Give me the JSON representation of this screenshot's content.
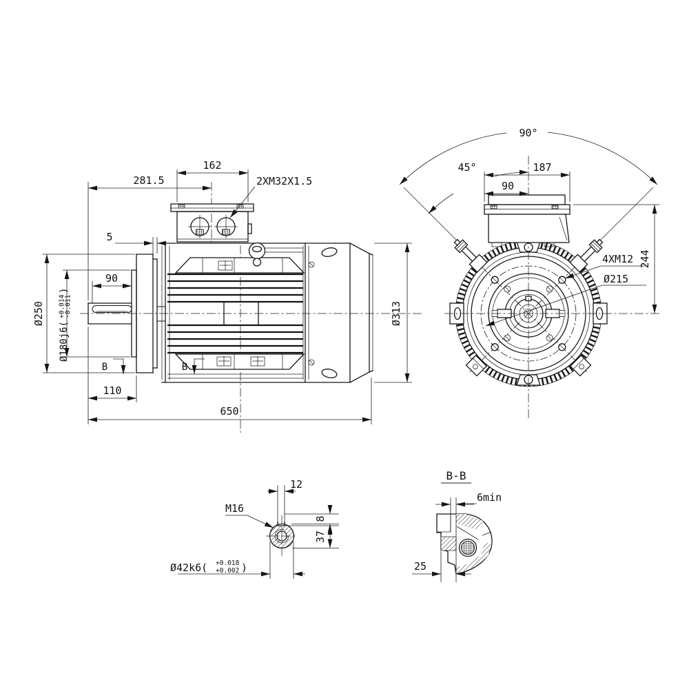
{
  "meta": {
    "background": "#ffffff",
    "ink": "#161616",
    "drawing_type": "electric-motor-dimension-drawing"
  },
  "side_view": {
    "labels": {
      "dist_281_5": "281.5",
      "box_162": "162",
      "glands": "2XM32X1.5",
      "gap_5": "5",
      "key_90": "90",
      "flange_dia": "Ø250",
      "spigot_prefix": "Ø180j6(",
      "spigot_tol_up": "+0.014",
      "spigot_tol_lo": "-0.011",
      "spigot_suffix": ")",
      "section_b1": "B",
      "section_b2": "B",
      "shaft_110": "110",
      "total_650": "650",
      "frame_dia": "Ø313"
    }
  },
  "front_view": {
    "labels": {
      "arc90": "90°",
      "arc45": "45°",
      "box_187": "187",
      "box_90": "90",
      "bolts": "4XM12",
      "bolt_circle": "Ø215",
      "height_244": "244"
    }
  },
  "shaft_detail": {
    "labels": {
      "key_w": "12",
      "thread": "M16",
      "key_h": "8",
      "flat_37": "37",
      "dia_prefix": "Ø42k6(",
      "tol_up": "+0.018",
      "tol_lo": "+0.002",
      "dia_suffix": ")"
    }
  },
  "section_bb": {
    "title": "B-B",
    "labels": {
      "gap": "6min",
      "width": "25"
    }
  }
}
